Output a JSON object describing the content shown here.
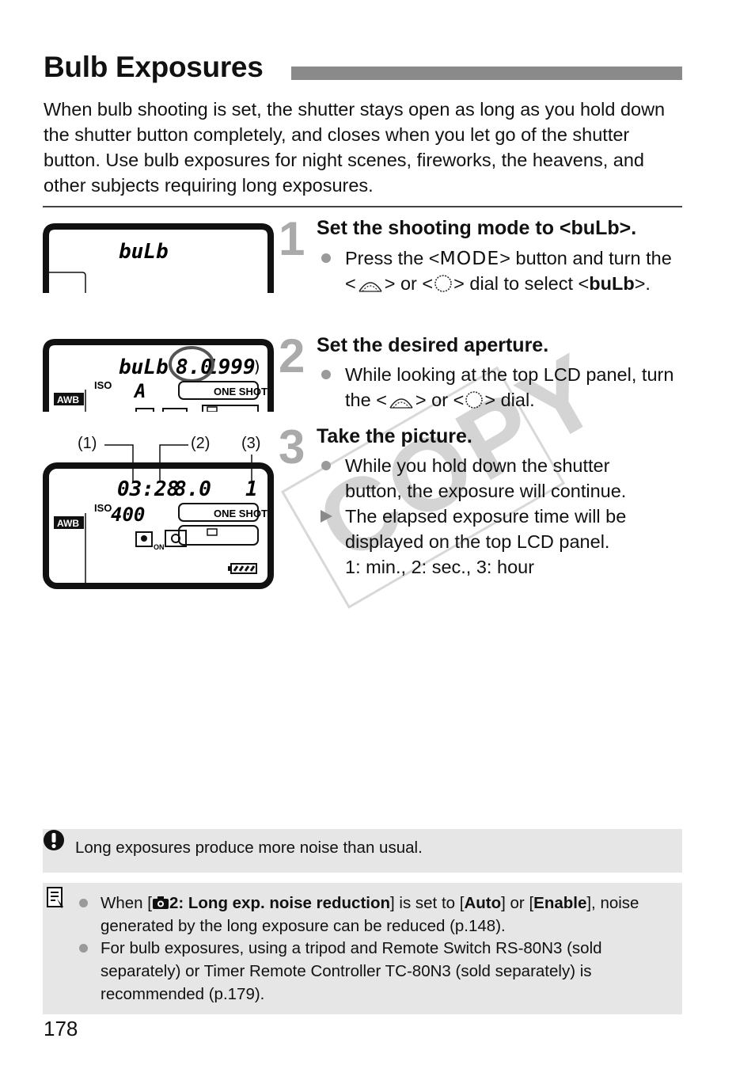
{
  "title": "Bulb Exposures",
  "intro": "When bulb shooting is set, the shutter stays open as long as you hold down the shutter button completely, and closes when you let go of the shutter button. Use bulb exposures for night scenes, fireworks, the heavens, and other subjects requiring long exposures.",
  "steps": [
    {
      "number": "1",
      "title": "Set the shooting mode to <buLb>.",
      "items": [
        {
          "parts": [
            "Press the <",
            "MODE",
            "> button and turn the <",
            "> or <",
            "> dial to select <",
            "buLb",
            ">."
          ]
        }
      ]
    },
    {
      "number": "2",
      "title": "Set the desired aperture.",
      "items": [
        {
          "parts": [
            "While looking at the top LCD panel, turn the <",
            "> or <",
            "> dial."
          ]
        }
      ]
    },
    {
      "number": "3",
      "title": "Take the picture.",
      "items": [
        {
          "text": "While you hold down the shutter button, the exposure will continue."
        },
        {
          "text_a": "The elapsed exposure time will be displayed on the top LCD panel.",
          "text_b": "1: min., 2: sec., 3: hour"
        }
      ]
    }
  ],
  "lcd1": {
    "mode": "buLb"
  },
  "lcd2": {
    "mode": "buLb",
    "aperture": "8.0",
    "count": "1999",
    "iso_label": "ISO",
    "iso": "A",
    "wb": "AWB",
    "af": "ONE SHOT"
  },
  "lcd3": {
    "time": "03:28",
    "aperture": "8.0",
    "hour": "1",
    "iso_label": "ISO",
    "iso": "400",
    "wb": "AWB",
    "af": "ONE SHOT",
    "callouts": [
      "(1)",
      "(2)",
      "(3)"
    ]
  },
  "watermark": "COPY",
  "caution": {
    "icon": "caution-icon",
    "text": "Long exposures produce more noise than usual."
  },
  "note": {
    "icon": "note-icon",
    "items": [
      {
        "pre": "When [",
        "bold1": "2: Long exp. noise reduction",
        "mid1": "] is set to [",
        "bold2": "Auto",
        "mid2": "] or [",
        "bold3": "Enable",
        "post": "], noise generated by the long exposure can be reduced (p.148)."
      },
      {
        "text": "For bulb exposures, using a tripod and Remote Switch RS-80N3 (sold separately) or Timer Remote Controller TC-80N3 (sold separately) is recommended (p.179)."
      }
    ]
  },
  "page_number": "178",
  "colors": {
    "title_bar": "#8a8a8a",
    "step_number": "#aaaaaa",
    "note_bg": "#e6e6e6",
    "watermark": "#d4d4d4"
  }
}
